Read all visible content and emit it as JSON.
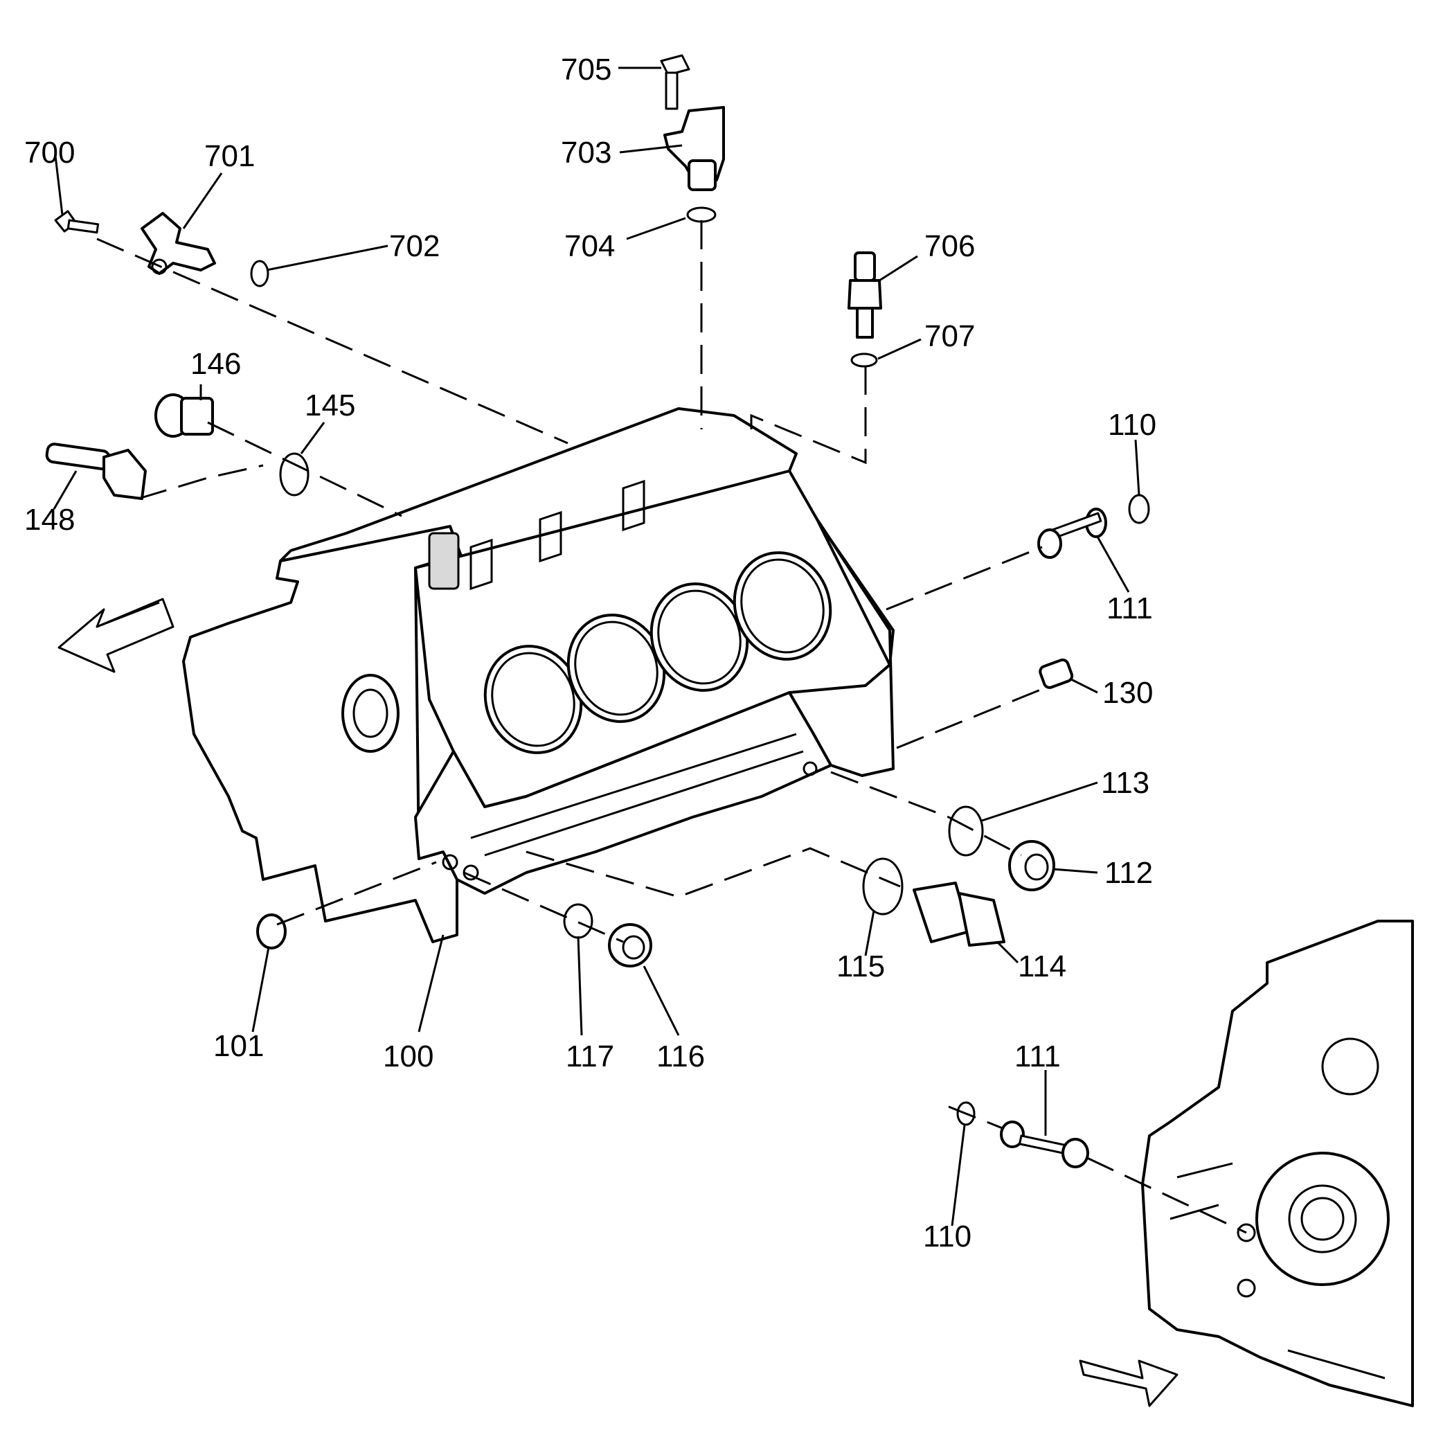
{
  "callouts": {
    "c100": "100",
    "c101": "101",
    "c110a": "110",
    "c110b": "110",
    "c111a": "111",
    "c111b": "111",
    "c112": "112",
    "c113": "113",
    "c114": "114",
    "c115": "115",
    "c116": "116",
    "c117": "117",
    "c130": "130",
    "c145": "145",
    "c146": "146",
    "c148": "148",
    "c700": "700",
    "c701": "701",
    "c702": "702",
    "c703": "703",
    "c704": "704",
    "c705": "705",
    "c706": "706",
    "c707": "707"
  },
  "icons": {
    "front_arrow": "direction-arrow-icon",
    "rear_arrow": "direction-arrow-icon"
  }
}
